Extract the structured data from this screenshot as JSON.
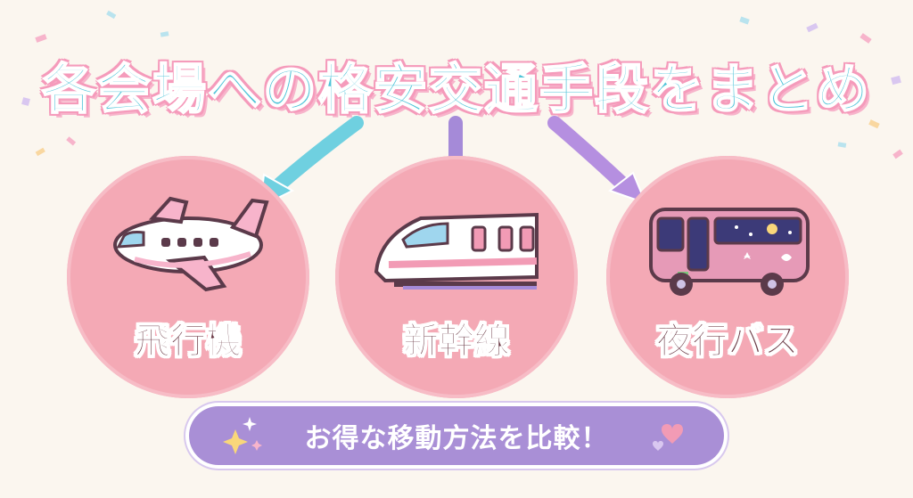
{
  "title": "各会場への格安交通手段をまとめ",
  "options": [
    {
      "label": "飛行機",
      "icon": "airplane-icon"
    },
    {
      "label": "新幹線",
      "icon": "bullet-train-icon"
    },
    {
      "label": "夜行バス",
      "icon": "night-bus-icon"
    }
  ],
  "banner": "お得な移動方法を比較！",
  "colors": {
    "title": "#4ec3d8",
    "circle": "#f4a9b5",
    "banner": "#a98fd6",
    "arrow_left": "#6fd0e0",
    "arrow_mid": "#a58ad8",
    "arrow_right": "#b58fe0"
  }
}
